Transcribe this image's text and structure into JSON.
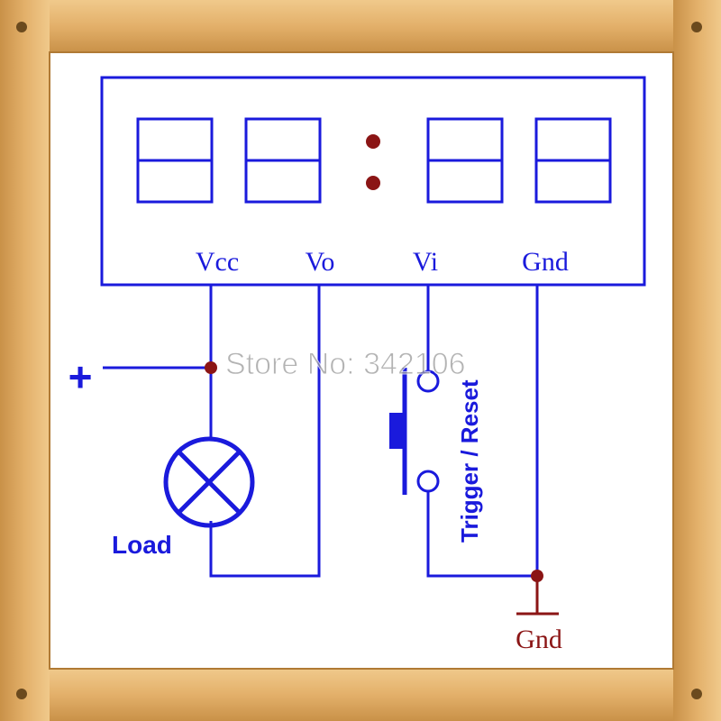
{
  "colors": {
    "wire": "#1a1adc",
    "accent": "#8b1515",
    "frame": "#e0ad63",
    "frame_shade": "#c98f45",
    "screw": "#6b4a1e",
    "watermark": "#9a9a9a",
    "background": "#ffffff"
  },
  "display": {
    "pins": [
      "Vcc",
      "Vo",
      "Vi",
      "Gnd"
    ]
  },
  "circuit": {
    "plus_sign": "+",
    "load_label": "Load",
    "switch_label": "Trigger / Reset",
    "ground_label": "Gnd"
  },
  "watermark": {
    "text": "Store No: 342106"
  }
}
